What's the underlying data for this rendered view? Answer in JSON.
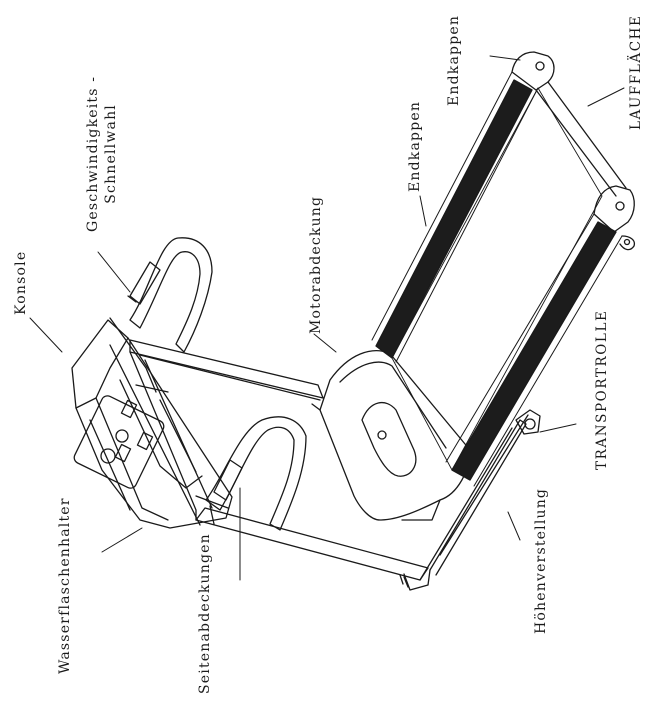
{
  "labels": {
    "konsole": "Konsole",
    "geschw_line1": "Geschwindigkeits -",
    "geschw_line2": "Schnellwahl",
    "motorabdeckung": "Motorabdeckung",
    "endkappen_mid": "Endkappen",
    "endkappen_top": "Endkappen",
    "laufflaeche": "LAUFFLÄCHE",
    "transportrolle": "TRANSPORTROLLE",
    "hoehenverstellung": "Höhenverstellung",
    "seitenabdeckungen": "Seitenabdeckungen",
    "wasserflaschenhalter": "Wasserflaschenhalter"
  },
  "colors": {
    "line": "#1a1a1a",
    "belt": "#1c1c1c",
    "paper": "#ffffff"
  }
}
